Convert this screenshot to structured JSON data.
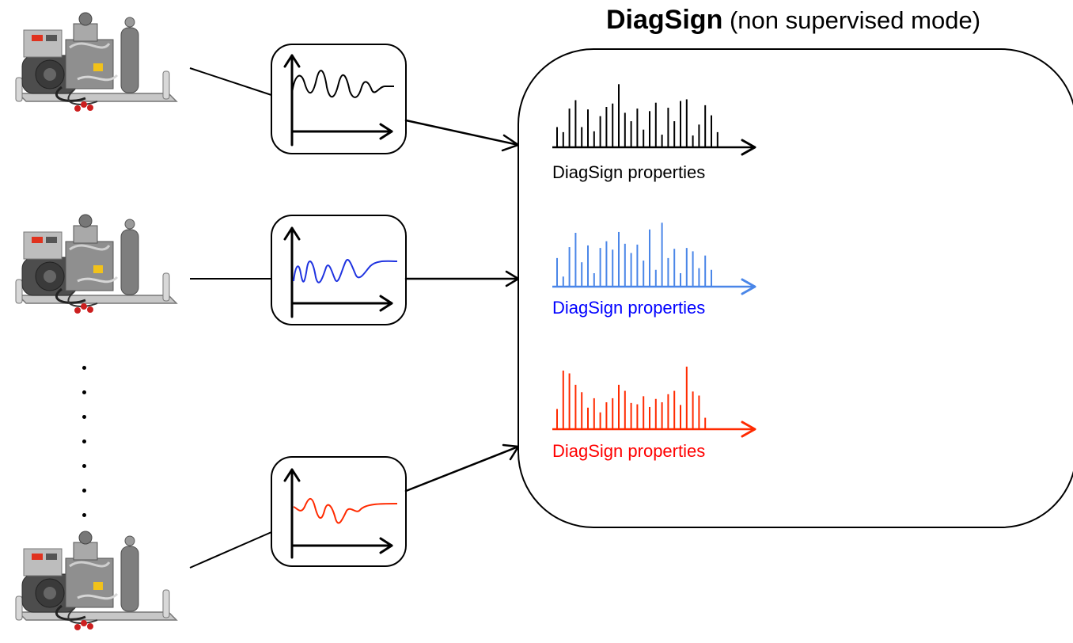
{
  "title": {
    "bold": "DiagSign",
    "rest": "(non supervised mode)"
  },
  "colors": {
    "black": "#000000",
    "blue_signal": "#1f33e0",
    "blue_bars": "#4a86e8",
    "blue_label": "#0000ff",
    "red": "#ff2a00",
    "red_label": "#ff0000"
  },
  "machines": [
    {
      "name": "compressor-top",
      "signal_color": "#000000"
    },
    {
      "name": "compressor-middle",
      "signal_color": "#1f33e0"
    },
    {
      "name": "compressor-bottom",
      "signal_color": "#ff2a00"
    }
  ],
  "ellipsis_dot_count": 7,
  "spectra": [
    {
      "label": "DiagSign properties",
      "bar_color": "#000000",
      "label_color": "#000000",
      "values": [
        24,
        18,
        46,
        56,
        24,
        45,
        19,
        37,
        48,
        52,
        75,
        41,
        31,
        46,
        21,
        43,
        53,
        15,
        47,
        31,
        55,
        57,
        14,
        27,
        50,
        38,
        18
      ],
      "max_value": 80
    },
    {
      "label": "DiagSign properties",
      "bar_color": "#4a86e8",
      "label_color": "#0000ff",
      "values": [
        34,
        12,
        47,
        64,
        29,
        49,
        16,
        46,
        54,
        44,
        65,
        51,
        40,
        50,
        31,
        68,
        20,
        76,
        34,
        45,
        16,
        46,
        42,
        22,
        37,
        20
      ],
      "max_value": 80
    },
    {
      "label": "DiagSign properties",
      "bar_color": "#ff2a00",
      "label_color": "#ff0000",
      "values": [
        30,
        87,
        83,
        66,
        55,
        32,
        46,
        25,
        40,
        46,
        66,
        57,
        39,
        37,
        49,
        33,
        45,
        40,
        52,
        57,
        36,
        93,
        56,
        50,
        17
      ],
      "max_value": 100
    }
  ]
}
